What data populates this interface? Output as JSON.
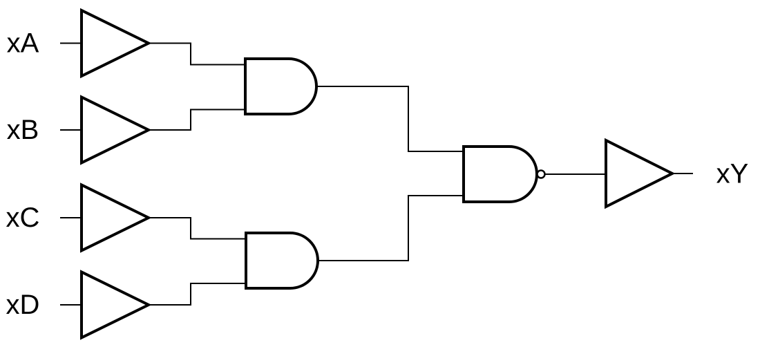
{
  "diagram": {
    "type": "logic-gate-circuit",
    "colors": {
      "background": "#ffffff",
      "line": "#000000",
      "gate_fill": "#ffffff"
    },
    "labels": {
      "input_a": "xA",
      "input_b": "xB",
      "input_c": "xC",
      "input_d": "xD",
      "output_y": "xY"
    },
    "gates": [
      {
        "id": "buffer-a",
        "type": "buffer",
        "input": "xA"
      },
      {
        "id": "buffer-b",
        "type": "buffer",
        "input": "xB"
      },
      {
        "id": "buffer-c",
        "type": "buffer",
        "input": "xC"
      },
      {
        "id": "buffer-d",
        "type": "buffer",
        "input": "xD"
      },
      {
        "id": "and-top",
        "type": "AND",
        "inputs": [
          "buffer-a.out",
          "buffer-b.out"
        ]
      },
      {
        "id": "and-bottom",
        "type": "AND",
        "inputs": [
          "buffer-c.out",
          "buffer-d.out"
        ]
      },
      {
        "id": "nand",
        "type": "NAND",
        "inputs": [
          "and-top.out",
          "and-bottom.out"
        ]
      },
      {
        "id": "buffer-y",
        "type": "buffer",
        "input": "nand.out",
        "output": "xY"
      }
    ],
    "connections": [
      {
        "from": "xA",
        "to": "buffer-a.in"
      },
      {
        "from": "xB",
        "to": "buffer-b.in"
      },
      {
        "from": "xC",
        "to": "buffer-c.in"
      },
      {
        "from": "xD",
        "to": "buffer-d.in"
      },
      {
        "from": "buffer-a.out",
        "to": "and-top.in1"
      },
      {
        "from": "buffer-b.out",
        "to": "and-top.in2"
      },
      {
        "from": "buffer-c.out",
        "to": "and-bottom.in1"
      },
      {
        "from": "buffer-d.out",
        "to": "and-bottom.in2"
      },
      {
        "from": "and-top.out",
        "to": "nand.in1"
      },
      {
        "from": "and-bottom.out",
        "to": "nand.in2"
      },
      {
        "from": "nand.out",
        "to": "buffer-y.in"
      },
      {
        "from": "buffer-y.out",
        "to": "xY"
      }
    ]
  }
}
